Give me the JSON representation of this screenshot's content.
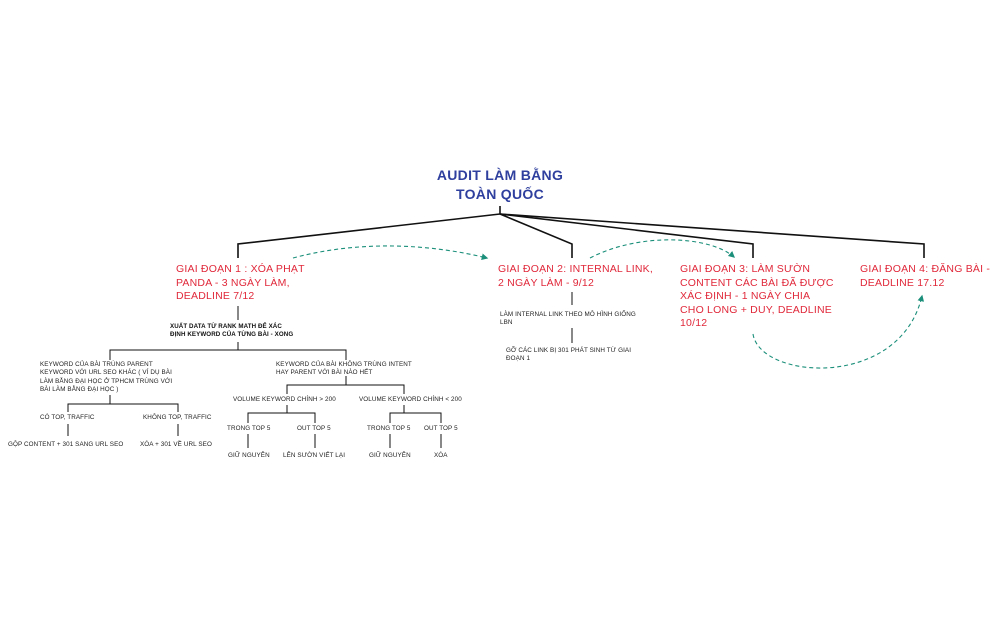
{
  "root": {
    "title": "AUDIT LÀM BẰNG\nTOÀN QUỐC"
  },
  "stages": {
    "s1": "GIAI ĐOẠN 1 : XÓA PHẠT\nPANDA - 3 NGÀY LÀM,\nDEADLINE 7/12",
    "s2": "GIAI ĐOẠN 2: INTERNAL LINK,\n2 NGÀY LÀM - 9/12",
    "s3": "GIAI ĐOẠN 3: LÀM SƯỜN\nCONTENT CÁC BÀI ĐÃ ĐƯỢC\nXÁC ĐỊNH - 1 NGÀY CHIA\nCHO LONG + DUY, DEADLINE\n10/12",
    "s4": "GIAI ĐOẠN 4: ĐĂNG BÀI -\nDEADLINE 17.12"
  },
  "s1": {
    "export": "XUẤT DATA TỪ RANK MATH ĐỂ XÁC\nĐỊNH KEYWORD CỦA TỪNG BÀI - XONG",
    "kw_left": "KEYWORD CỦA BÀI TRÙNG PARENT\nKEYWORD VỚI URL SEO KHÁC ( VÍ DỤ BÀI\nLÀM BẰNG ĐẠI HỌC Ở TPHCM TRÙNG VỚI\nBÀI LÀM BẰNG ĐẠI HỌC )",
    "kw_right": "KEYWORD CỦA BÀI KHÔNG TRÙNG INTENT\nHAY PARENT VỚI BÀI NÀO HẾT",
    "co_top": "CÓ TOP, TRAFFIC",
    "khong_top": "KHÔNG TOP, TRAFFIC",
    "gop": "GỘP CONTENT + 301 SANG URL SEO",
    "xoa301": "XÓA + 301 VỀ URL SEO",
    "vol_gt": "VOLUME KEYWORD CHÍNH > 200",
    "vol_lt": "VOLUME KEYWORD CHÍNH < 200",
    "trong1": "TRONG TOP 5",
    "out1": "OUT TOP 5",
    "trong2": "TRONG TOP 5",
    "out2": "OUT TOP 5",
    "giu1": "GIỮ NGUYÊN",
    "len": "LÊN SƯỜN VIẾT LẠI",
    "giu2": "GIỮ NGUYÊN",
    "xoa": "XÓA"
  },
  "s2": {
    "internal": "LÀM INTERNAL LINK THEO MÔ HÌNH GIỐNG\nLBN",
    "go": "GỠ CÁC LINK BỊ 301 PHÁT SINH TỪ GIAI\nĐOẠN 1"
  },
  "colors": {
    "root": "#2e3f9e",
    "stage": "#e0283a",
    "dashed": "#1b8f7a",
    "line": "#111111"
  }
}
